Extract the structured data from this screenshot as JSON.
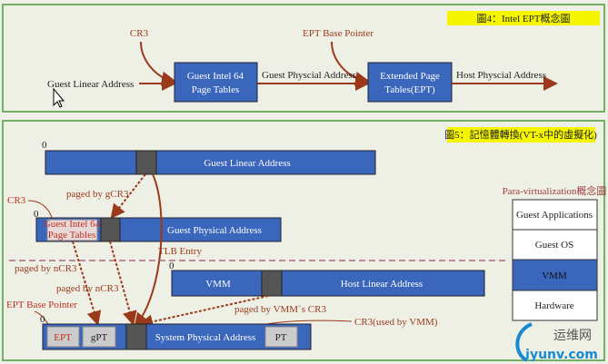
{
  "figure4": {
    "caption": "圖4：Intel EPT概念圖",
    "cr3": "CR3",
    "ept_base_pointer": "EPT Base Pointer",
    "guest_linear_address": "Guest Linear Address",
    "box1_line1": "Guest Intel 64",
    "box1_line2": "Page Tables",
    "guest_physical_address": "Guest Physcial Address",
    "box2_line1": "Extended Page",
    "box2_line2": "Tables(EPT)",
    "host_physical_address": "Host Physcial Address"
  },
  "figure5": {
    "caption": "圖5：記憶體轉換(VT-x中的虛擬化)",
    "zero": "0",
    "guest_linear_address": "Guest Linear Address",
    "paged_by_gcr3": "paged by gCR3",
    "cr3": "CR3",
    "guest_pt_line1": "Guest Intel 64",
    "guest_pt_line2": "Page Tables",
    "guest_physical_address": "Guest Physical Address",
    "tlb_entry": "TLB Entry",
    "paged_by_ncr3_1": "paged by nCR3",
    "paged_by_ncr3_2": "paged by nCR3",
    "vmm": "VMM",
    "host_linear_address": "Host Linear Address",
    "ept_base_pointer": "EPT Base Pointer",
    "paged_by_vmm_cr3": "paged by VMM`s CR3",
    "cr3_used_by_vmm": "CR3(used by VMM)",
    "ept": "EPT",
    "gpt": "gPT",
    "system_physical_address": "System Physical Address",
    "pt": "PT"
  },
  "paravirt": {
    "title": "Para-virtualization概念圖",
    "layers": [
      "Guest Applications",
      "Guest OS",
      "VMM",
      "Hardware"
    ]
  },
  "watermark": {
    "line1": "运维网",
    "line2": "iyunv.com"
  },
  "colors": {
    "box": "#3a66bb",
    "arrow": "#9b3a1a",
    "caption": "#f5f500",
    "panel_border": "#4a9a3a"
  }
}
